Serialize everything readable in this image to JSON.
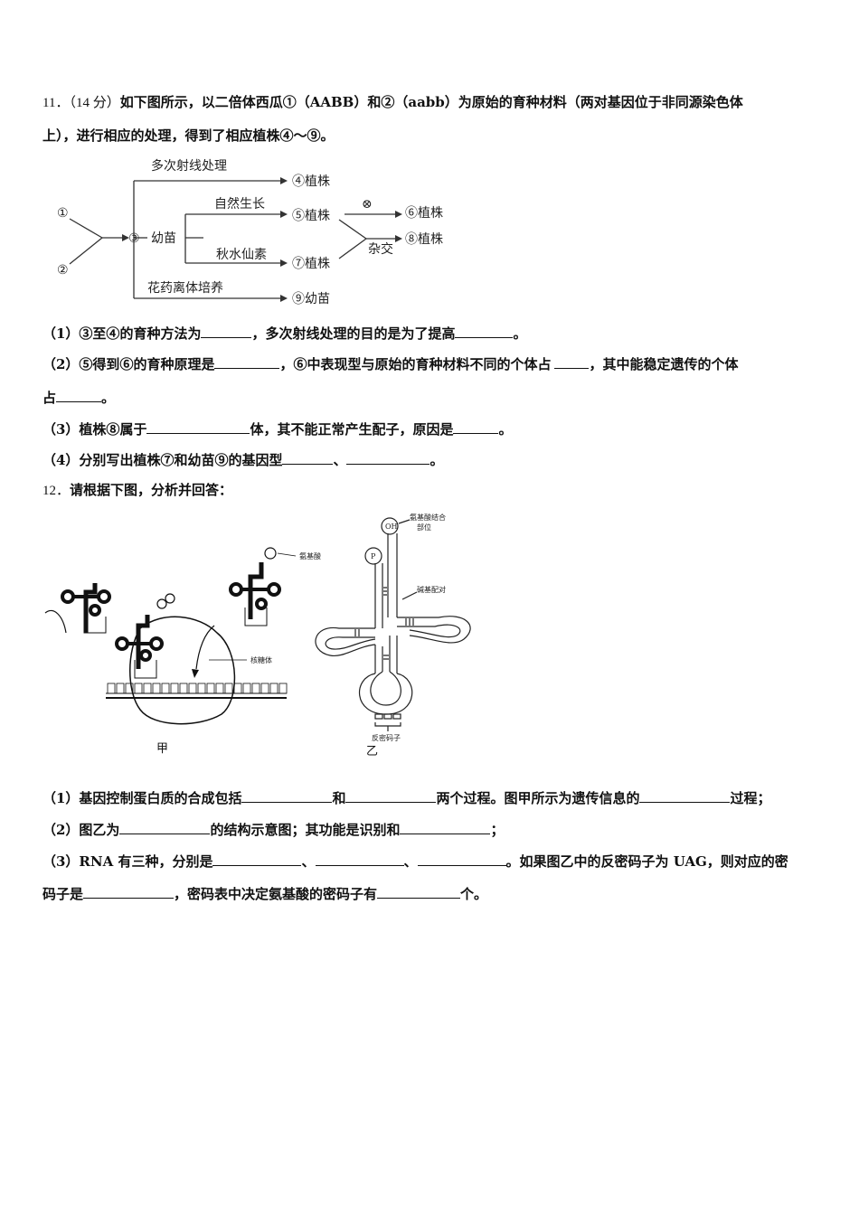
{
  "q11": {
    "number": "11．",
    "score": "（14 分）",
    "stem_a": "如下图所示，以二倍体西瓜①（AABB）和②（aabb）为原始的育种材料（两对基因位于非同源染色体",
    "stem_b": "上），进行相应的处理，得到了相应植株④～⑨。",
    "diagram": {
      "n1": "①",
      "n2": "②",
      "n3": "③",
      "seedling": "幼苗",
      "ray": "多次射线处理",
      "p4": "④植株",
      "natural": "自然生长",
      "p5": "⑤植株",
      "self_symbol": "⊗",
      "p6": "⑥植株",
      "colch": "秋水仙素",
      "p7": "⑦植株",
      "hybrid": "杂交",
      "p8": "⑧植株",
      "anther": "花药离体培养",
      "p9": "⑨幼苗"
    },
    "sub1_a": "（1）③至④的育种方法为",
    "sub1_b": "，多次射线处理的目的是为了提高",
    "sub1_c": "。",
    "sub2_a": "（2）⑤得到⑥的育种原理是",
    "sub2_b": "，⑥中表现型与原始的育种材料不同的个体占",
    "sub2_c": "，其中能稳定遗传的个体",
    "sub2_d": "占",
    "sub2_e": "。",
    "sub3_a": "（3）植株⑧属于",
    "sub3_b": "体，其不能正常产生配子，原因是",
    "sub3_c": "。",
    "sub4_a": "（4）分别写出植株⑦和幼苗⑨的基因型",
    "sub4_b": "、",
    "sub4_c": "。"
  },
  "q12": {
    "number": "12．",
    "stem": "请根据下图，分析并回答：",
    "fig_jia": "甲",
    "fig_yi": "乙",
    "label_aa": "氨基酸",
    "label_ribo": "核糖体",
    "label_oh": "OH",
    "label_p": "P",
    "label_site": "氨基酸结合部位",
    "label_site_1": "氨基酸结合",
    "label_site_2": "部位",
    "label_pair": "碱基配对",
    "label_anti": "反密码子",
    "sub1_a": "（1）基因控制蛋白质的合成包括",
    "sub1_b": "和",
    "sub1_c": "两个过程。图甲所示为遗传信息的",
    "sub1_d": "过程；",
    "sub2_a": "（2）图乙为",
    "sub2_b": "的结构示意图；其功能是识别和",
    "sub2_c": "；",
    "sub3_a": "（3）RNA 有三种，分别是",
    "sub3_b": "、",
    "sub3_c": "、",
    "sub3_d": "。如果图乙中的反密码子为 UAG，则对应的密",
    "sub3_e": "码子是",
    "sub3_f": "，密码表中决定氨基酸的密码子有",
    "sub3_g": "个。"
  }
}
